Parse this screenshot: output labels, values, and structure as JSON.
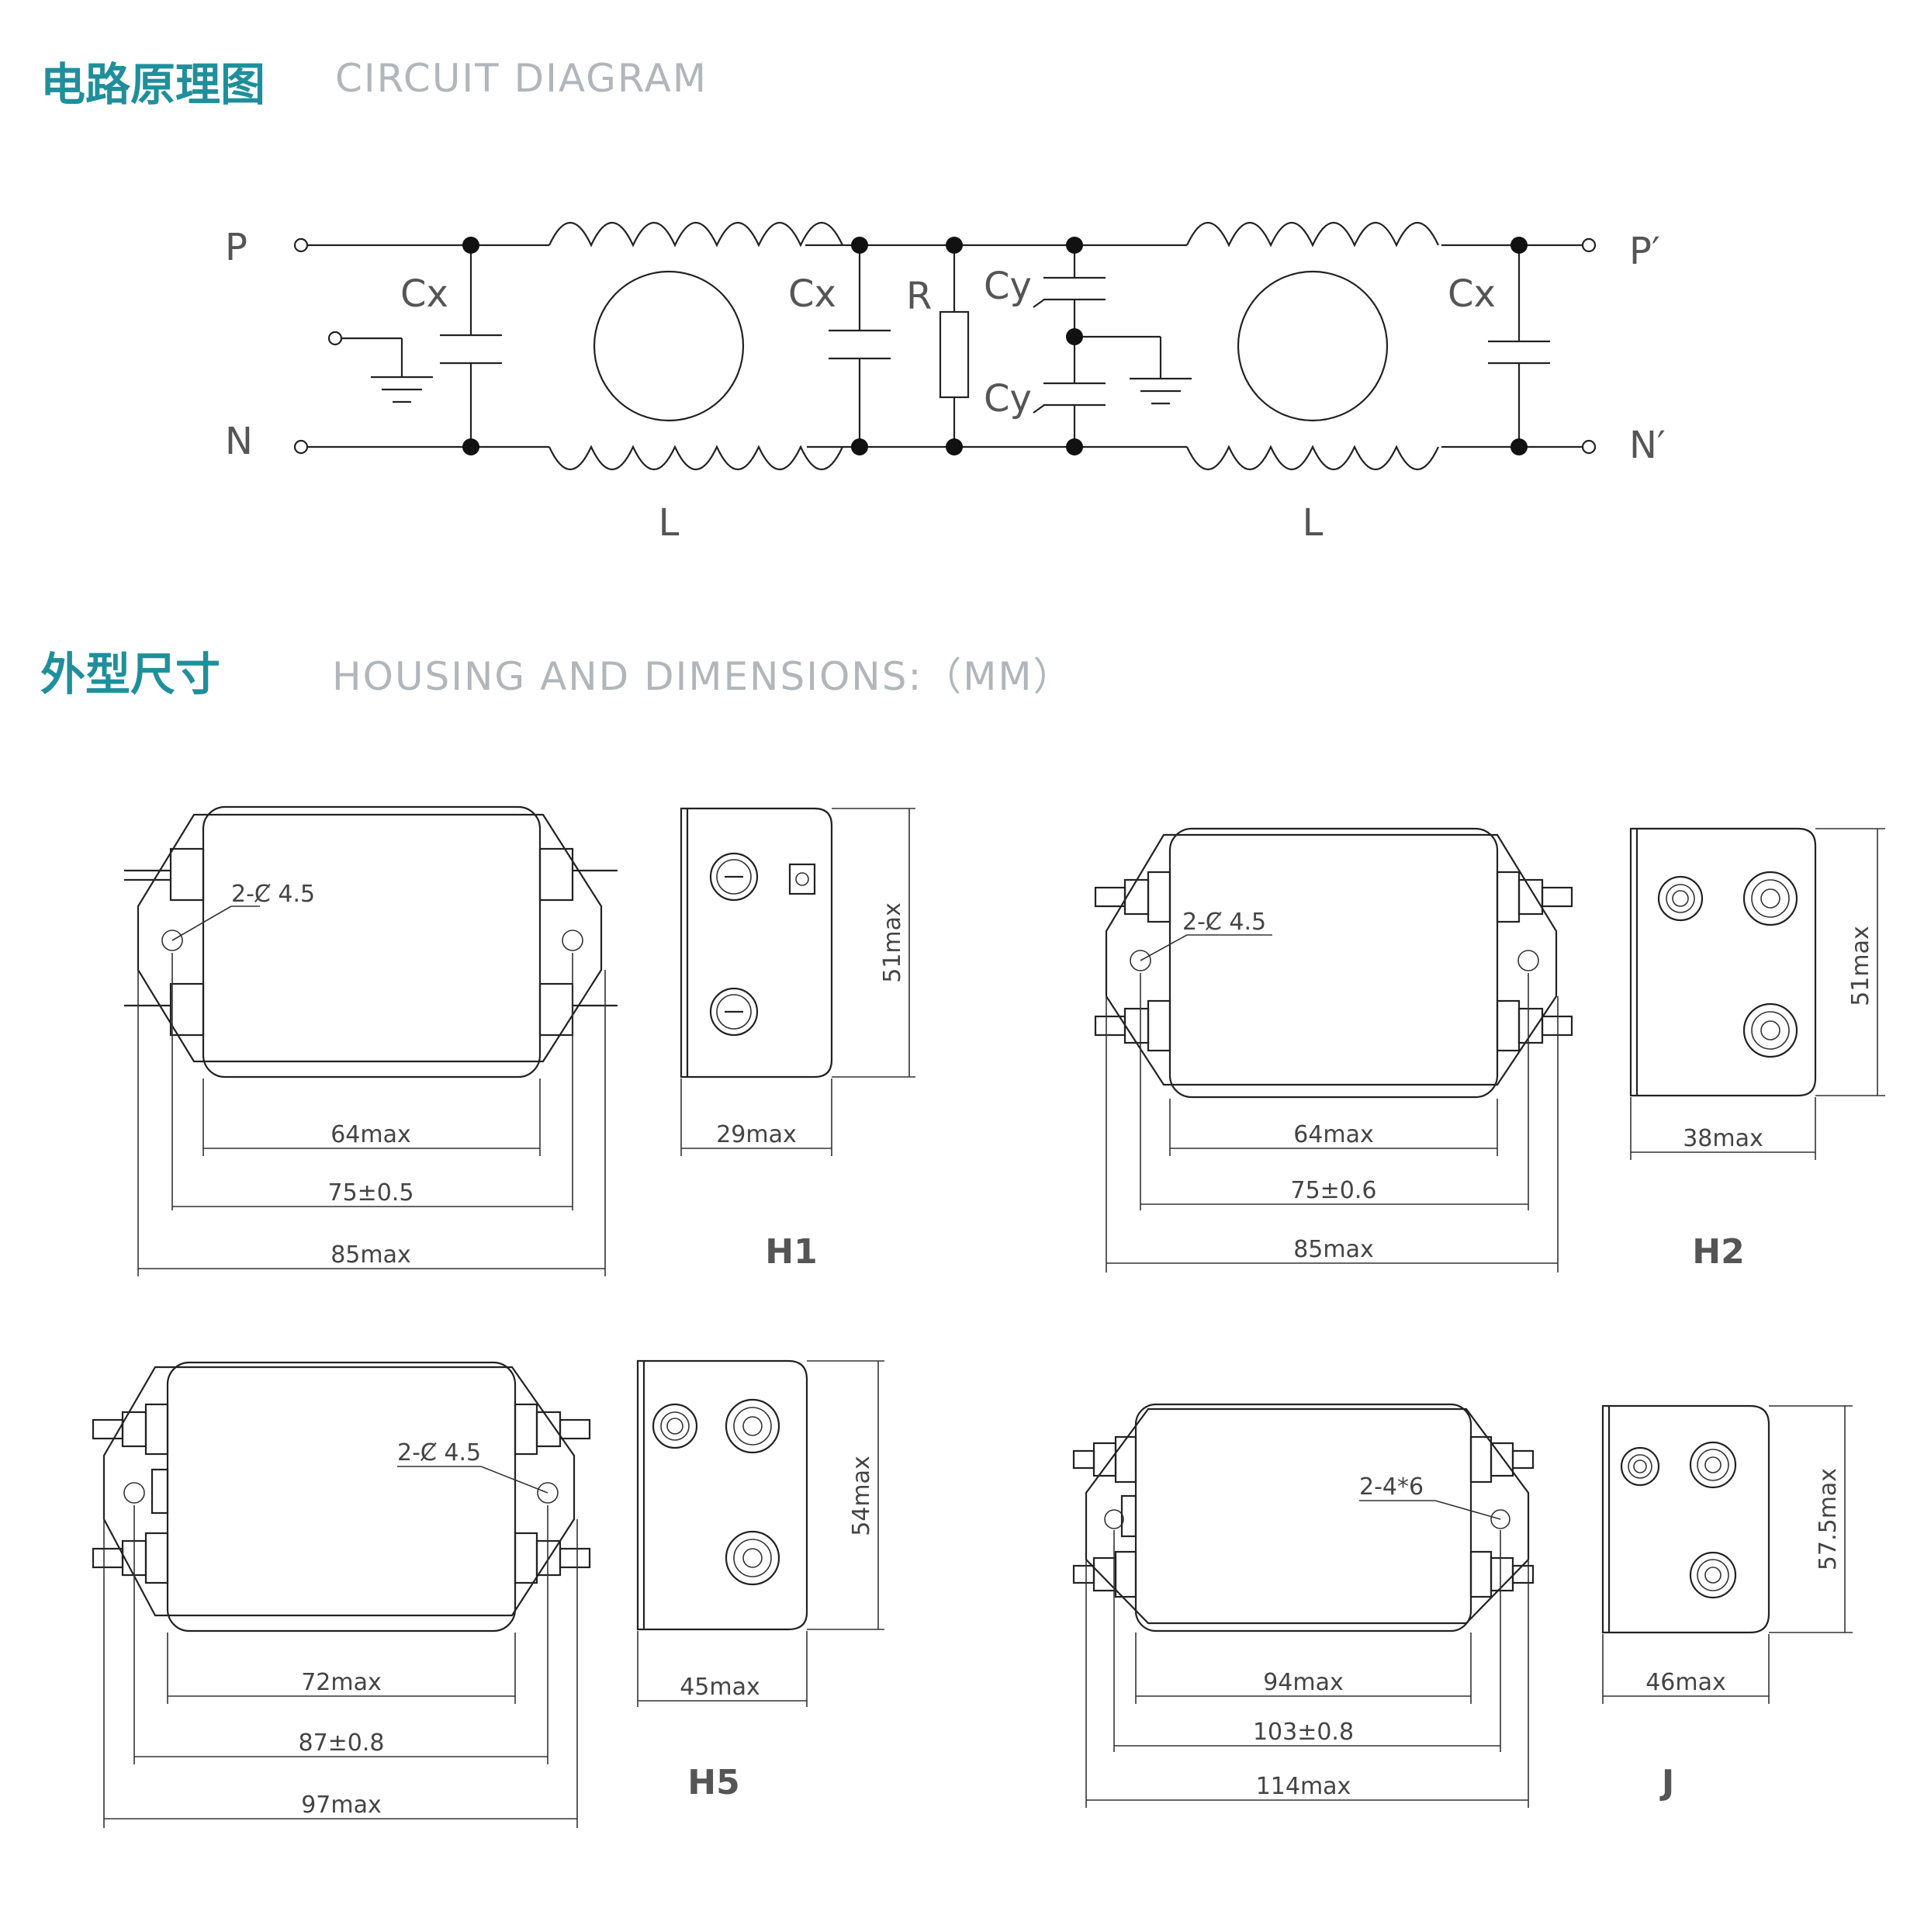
{
  "sections": {
    "circuit": {
      "title_cn": "电路原理图",
      "title_en": "CIRCUIT DIAGRAM"
    },
    "housing": {
      "title_cn": "外型尺寸",
      "title_en": "HOUSING AND DIMENSIONS:（MM）"
    }
  },
  "circuit": {
    "terminal_p": "P",
    "terminal_n": "N",
    "terminal_p_out": "P′",
    "terminal_n_out": "N′",
    "cx": "Cx",
    "cy": "Cy",
    "r": "R",
    "l": "L"
  },
  "models": {
    "h1": {
      "name": "H1",
      "hole": "2-Ȼ 4.5",
      "inner": "64max",
      "pitch": "75±0.5",
      "outer": "85max",
      "depth": "29max",
      "height": "51max"
    },
    "h2": {
      "name": "H2",
      "hole": "2-Ȼ 4.5",
      "inner": "64max",
      "pitch": "75±0.6",
      "outer": "85max",
      "depth": "38max",
      "height": "51max"
    },
    "h5": {
      "name": "H5",
      "hole": "2-Ȼ 4.5",
      "inner": "72max",
      "pitch": "87±0.8",
      "outer": "97max",
      "depth": "45max",
      "height": "54max"
    },
    "j": {
      "name": "J",
      "hole": "2-4*6",
      "inner": "94max",
      "pitch": "103±0.8",
      "outer": "114max",
      "depth": "46max",
      "height": "57.5max"
    }
  }
}
